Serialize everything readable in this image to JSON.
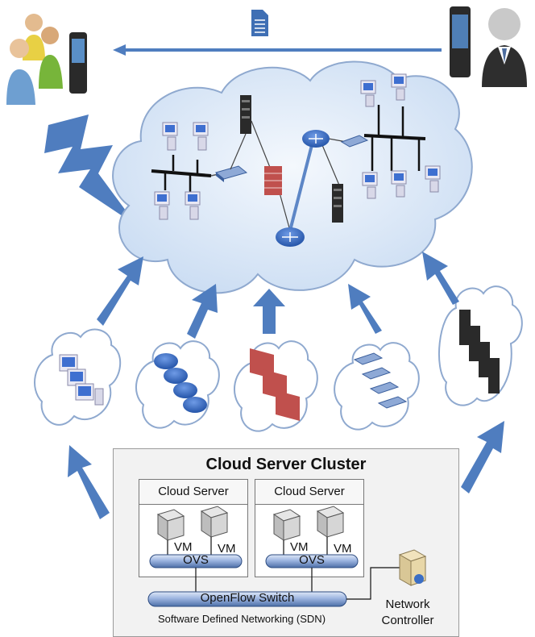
{
  "cluster": {
    "title": "Cloud Server Cluster",
    "servers": [
      {
        "title": "Cloud Server",
        "vm_labels": [
          "VM",
          "VM"
        ],
        "switch_label": "OVS"
      },
      {
        "title": "Cloud Server",
        "vm_labels": [
          "VM",
          "VM"
        ],
        "switch_label": "OVS"
      }
    ],
    "openflow_label": "OpenFlow Switch",
    "sdn_label": "Software Defined Networking (SDN)",
    "controller_label_line1": "Network",
    "controller_label_line2": "Controller"
  },
  "colors": {
    "arrow": "#4f7dbf",
    "cloud_fill": "#dde9f8",
    "cloud_stroke": "#8fa9cf",
    "pipe": "#8faad8",
    "router": "#2f66c4",
    "firewall": "#c0504d"
  },
  "icons": [
    "users-group-icon",
    "phone-icon",
    "document-icon",
    "businessman-icon",
    "workstation-icon",
    "router-icon",
    "firewall-icon",
    "switch-icon",
    "server-rack-icon",
    "vm-icon",
    "network-controller-icon"
  ]
}
